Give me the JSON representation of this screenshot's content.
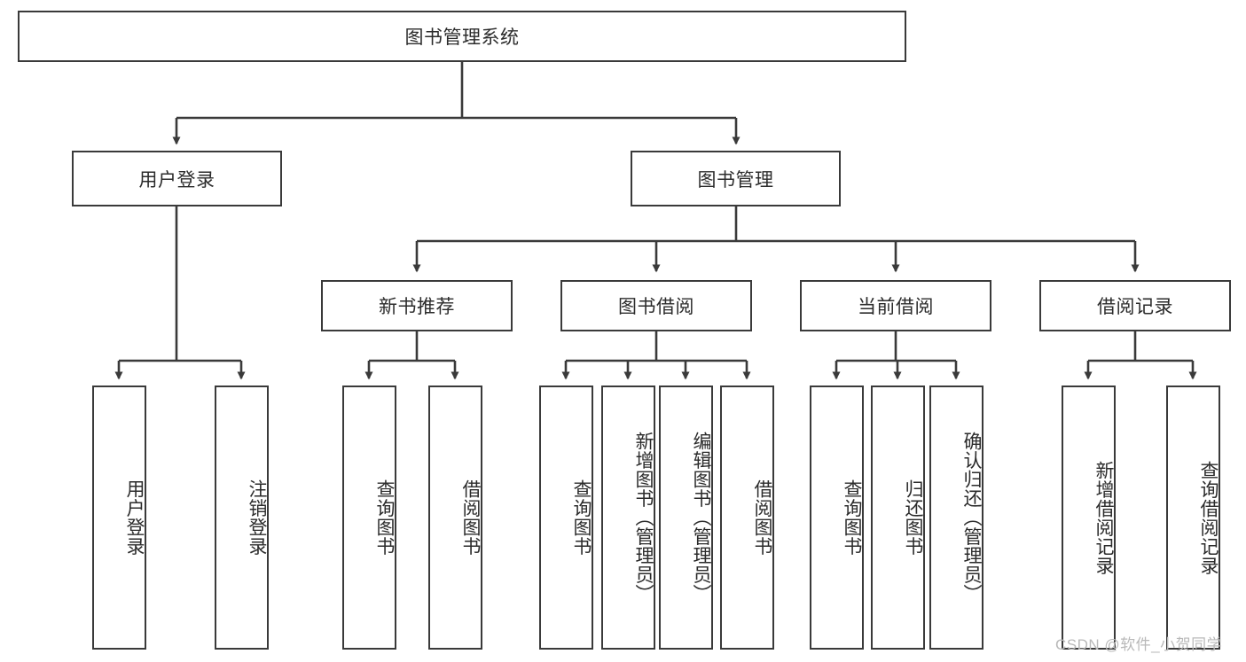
{
  "diagram": {
    "type": "tree-hierarchy-chart",
    "title": "图书管理系统",
    "root": {
      "label": "图书管理系统"
    },
    "level1": [
      {
        "label": "用户登录"
      },
      {
        "label": "图书管理"
      }
    ],
    "level2": [
      {
        "label": "新书推荐",
        "parent": "图书管理"
      },
      {
        "label": "图书借阅",
        "parent": "图书管理"
      },
      {
        "label": "当前借阅",
        "parent": "图书管理"
      },
      {
        "label": "借阅记录",
        "parent": "图书管理"
      }
    ],
    "leaves": {
      "user_login": [
        {
          "label": "用户登录"
        },
        {
          "label": "注销登录"
        }
      ],
      "new_book_recommend": [
        {
          "label": "查询图书"
        },
        {
          "label": "借阅图书"
        }
      ],
      "book_borrow": [
        {
          "label": "查询图书"
        },
        {
          "label": "新增图书（管理员）"
        },
        {
          "label": "编辑图书（管理员）"
        },
        {
          "label": "借阅图书"
        }
      ],
      "current_borrow": [
        {
          "label": "查询图书"
        },
        {
          "label": "归还图书"
        },
        {
          "label": "确认归还（管理员）"
        }
      ],
      "borrow_record": [
        {
          "label": "新增借阅记录"
        },
        {
          "label": "查询借阅记录"
        }
      ]
    }
  },
  "watermark": {
    "text": "CSDN @软件_小贺同学"
  },
  "colors": {
    "stroke": "#3a3a3a",
    "text": "#2b2b2b",
    "background": "#ffffff",
    "watermark": "#b9b9b9"
  }
}
